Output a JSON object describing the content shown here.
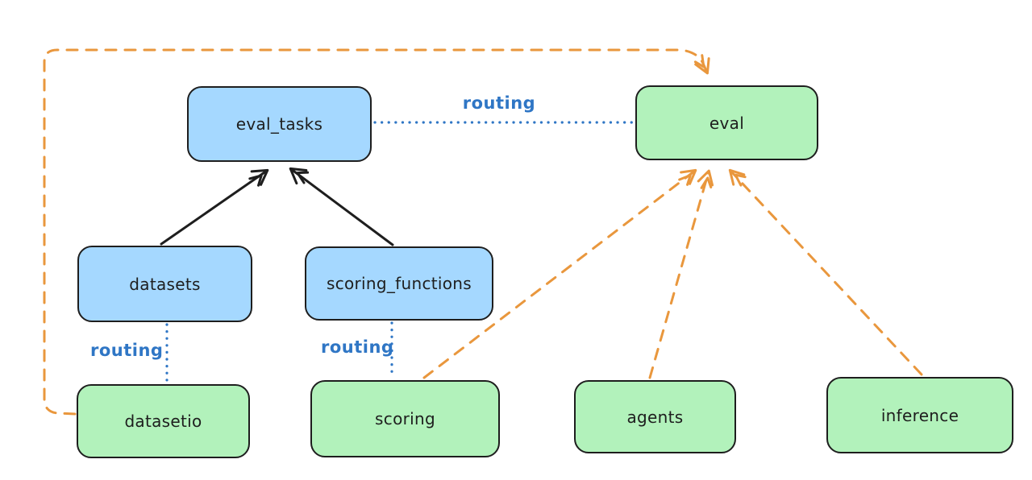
{
  "diagram": {
    "background": "#ffffff",
    "colors": {
      "background": "#ffffff",
      "node_blue_fill": "#a5d8ff",
      "node_green_fill": "#b2f2bb",
      "node_stroke": "#1e1e1e",
      "black_arrow": "#1e1e1e",
      "routing_blue": "#2f76c5",
      "orange": "#e9973d"
    },
    "nodes": [
      {
        "id": "eval_tasks",
        "label": "eval_tasks",
        "color": "blue"
      },
      {
        "id": "eval",
        "label": "eval",
        "color": "green"
      },
      {
        "id": "datasets",
        "label": "datasets",
        "color": "blue"
      },
      {
        "id": "scoring_functions",
        "label": "scoring_functions",
        "color": "blue"
      },
      {
        "id": "datasetio",
        "label": "datasetio",
        "color": "green"
      },
      {
        "id": "scoring",
        "label": "scoring",
        "color": "green"
      },
      {
        "id": "agents",
        "label": "agents",
        "color": "green"
      },
      {
        "id": "inference",
        "label": "inference",
        "color": "green"
      }
    ],
    "edges": [
      {
        "from": "datasets",
        "to": "eval_tasks",
        "style": "solid-black-arrow",
        "label": ""
      },
      {
        "from": "scoring_functions",
        "to": "eval_tasks",
        "style": "solid-black-arrow",
        "label": ""
      },
      {
        "from": "eval_tasks",
        "to": "eval",
        "style": "dotted-blue",
        "label": "routing"
      },
      {
        "from": "datasets",
        "to": "datasetio",
        "style": "dotted-blue",
        "label": "routing"
      },
      {
        "from": "scoring_functions",
        "to": "scoring",
        "style": "dotted-blue",
        "label": "routing"
      },
      {
        "from": "datasetio",
        "to": "eval",
        "style": "dashed-orange-arrow",
        "label": ""
      },
      {
        "from": "scoring",
        "to": "eval",
        "style": "dashed-orange-arrow",
        "label": ""
      },
      {
        "from": "agents",
        "to": "eval",
        "style": "dashed-orange-arrow",
        "label": ""
      },
      {
        "from": "inference",
        "to": "eval",
        "style": "dashed-orange-arrow",
        "label": ""
      }
    ]
  }
}
